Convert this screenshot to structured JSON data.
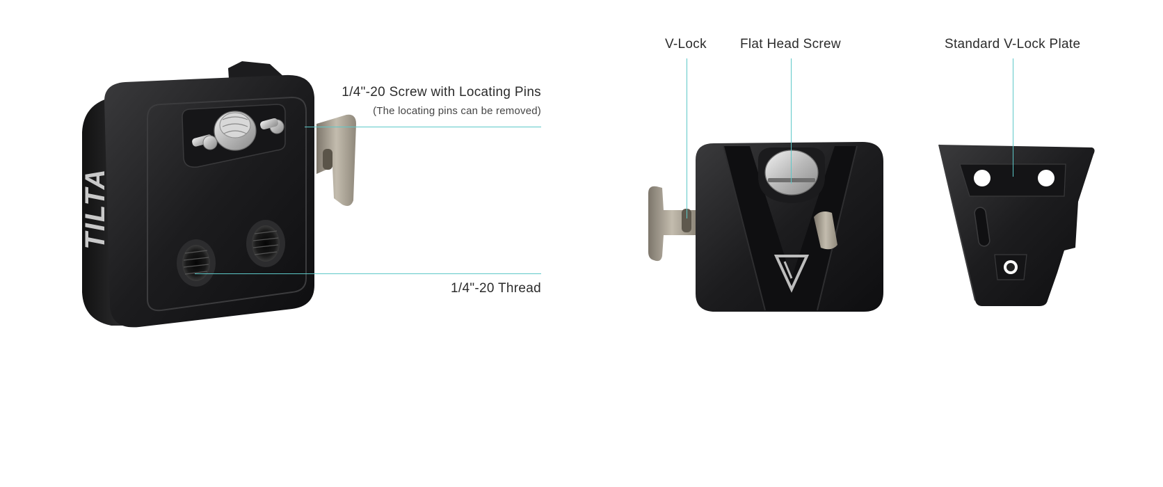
{
  "brand_text": "TILTA",
  "accent_color": "#5cc8c8",
  "callouts": {
    "screw": {
      "label": "1/4\"-20 Screw with Locating Pins",
      "sublabel": "(The locating pins can be removed)"
    },
    "thread": {
      "label": "1/4\"-20 Thread"
    },
    "vlock": {
      "label": "V-Lock"
    },
    "flat_head": {
      "label": "Flat Head Screw"
    },
    "plate": {
      "label": "Standard V-Lock Plate"
    }
  }
}
